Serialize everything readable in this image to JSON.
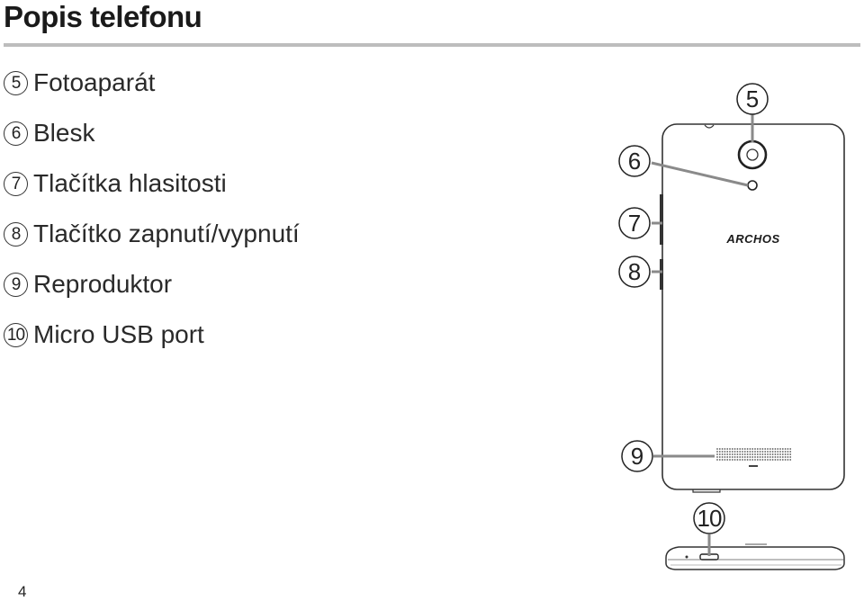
{
  "page": {
    "title": "Popis telefonu",
    "page_number": "4"
  },
  "legend": [
    {
      "number": "5",
      "label": "Fotoaparát"
    },
    {
      "number": "6",
      "label": "Blesk"
    },
    {
      "number": "7",
      "label": "Tlačítka hlasitosti"
    },
    {
      "number": "8",
      "label": "Tlačítko zapnutí/vypnutí"
    },
    {
      "number": "9",
      "label": "Reproduktor"
    },
    {
      "number": "10",
      "label": "Micro USB port"
    }
  ],
  "diagram": {
    "brand": "ARCHOS",
    "callouts": [
      "5",
      "6",
      "7",
      "8",
      "9",
      "10"
    ]
  }
}
